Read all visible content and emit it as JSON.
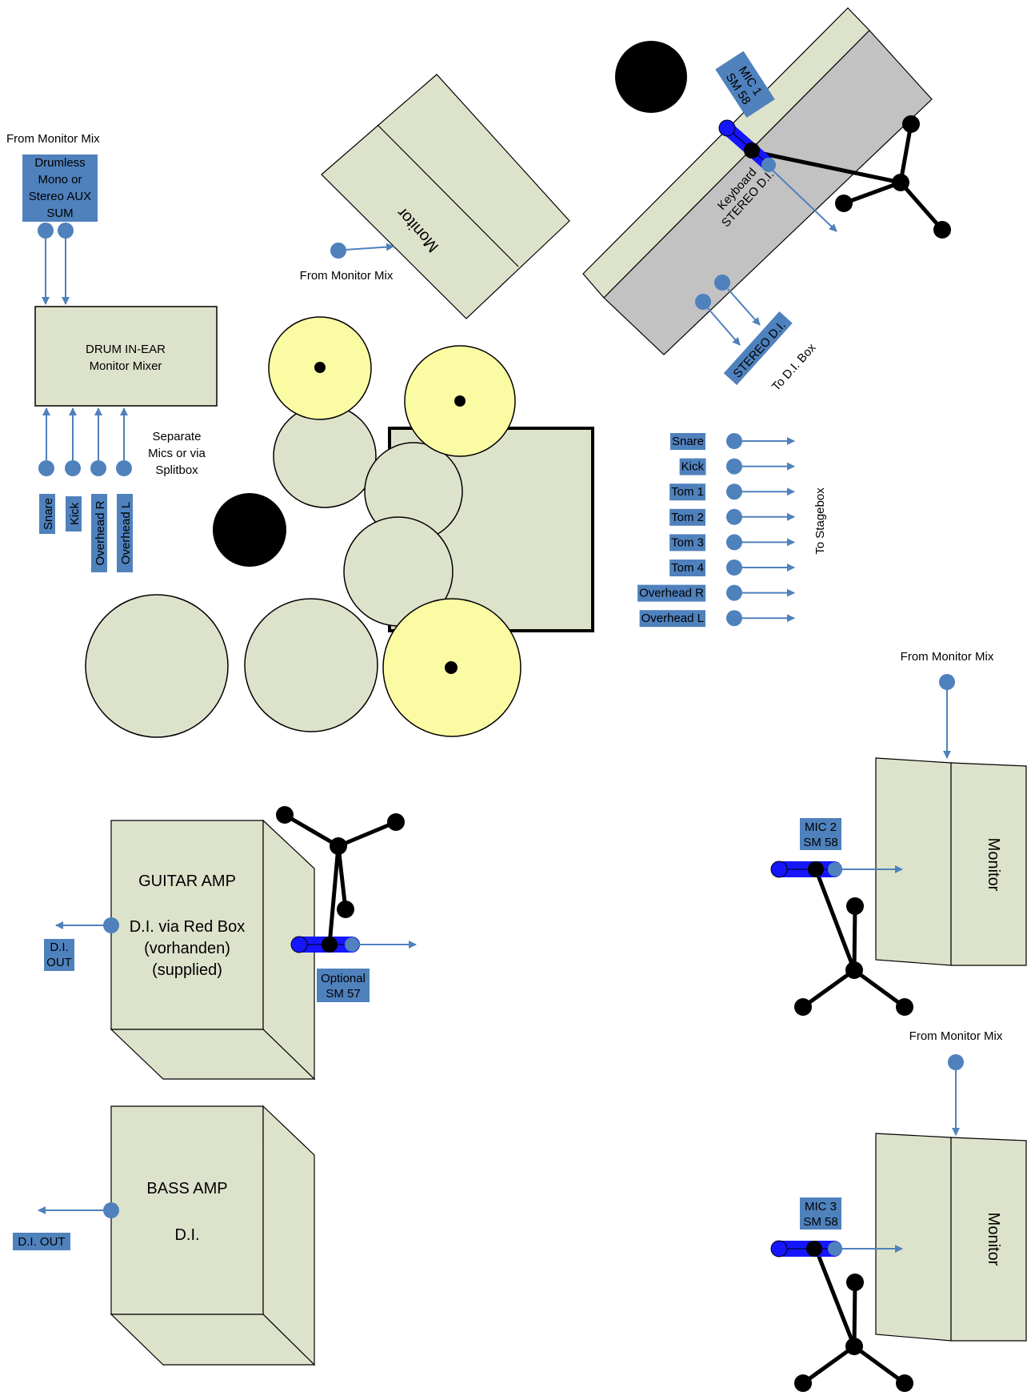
{
  "labels": {
    "from_monitor_mix_left": "From Monitor Mix",
    "drumless_line1": "Drumless",
    "drumless_line2": "Mono or",
    "drumless_line3": "Stereo AUX",
    "drumless_line4": "SUM",
    "from_monitor_mix_center": "From Monitor Mix",
    "monitor_top": "Monitor",
    "mic1_line1": "MIC 1",
    "mic1_line2": "SM 58",
    "keyboard_line1": "Keyboard",
    "keyboard_line2": "STEREO D.I.",
    "stereo_di_tag": "STEREO D.I.",
    "to_di_box": "To D.I. Box",
    "drum_mixer_line1": "DRUM IN-EAR",
    "drum_mixer_line2": "Monitor Mixer",
    "separate_line1": "Separate",
    "separate_line2": "Mics or via",
    "separate_line3": "Splitbox",
    "input_snare": "Snare",
    "input_kick": "Kick",
    "input_overhead_r": "Overhead R",
    "input_overhead_l": "Overhead L",
    "to_stagebox": "To Stagebox",
    "from_monitor_mix_right1": "From Monitor Mix",
    "monitor_right1": "Monitor",
    "mic2_line1": "MIC 2",
    "mic2_line2": "SM 58",
    "guitar_line1": "GUITAR AMP",
    "guitar_line2": "D.I. via Red Box",
    "guitar_line3": "(vorhanden)",
    "guitar_line4": "(supplied)",
    "guitar_di_line1": "D.I.",
    "guitar_di_line2": "OUT",
    "optional_line1": "Optional",
    "optional_line2": "SM 57",
    "from_monitor_mix_right2": "From Monitor Mix",
    "monitor_right2": "Monitor",
    "mic3_line1": "MIC 3",
    "mic3_line2": "SM 58",
    "bass_line1": "BASS AMP",
    "bass_line2": "D.I.",
    "bass_di_out": "D.I. OUT"
  },
  "stagebox_channels": [
    "Snare",
    "Kick",
    "Tom 1",
    "Tom 2",
    "Tom 3",
    "Tom 4",
    "Overhead R",
    "Overhead L"
  ],
  "colors": {
    "tag_fill": "#4f81bd",
    "connector": "#4f81bd",
    "box_fill": "#dde3cb",
    "cymbal_fill": "#fbfba3",
    "keyboard_top": "#c2c2c2",
    "mic_blue": "#1515ff",
    "black": "#000000"
  }
}
